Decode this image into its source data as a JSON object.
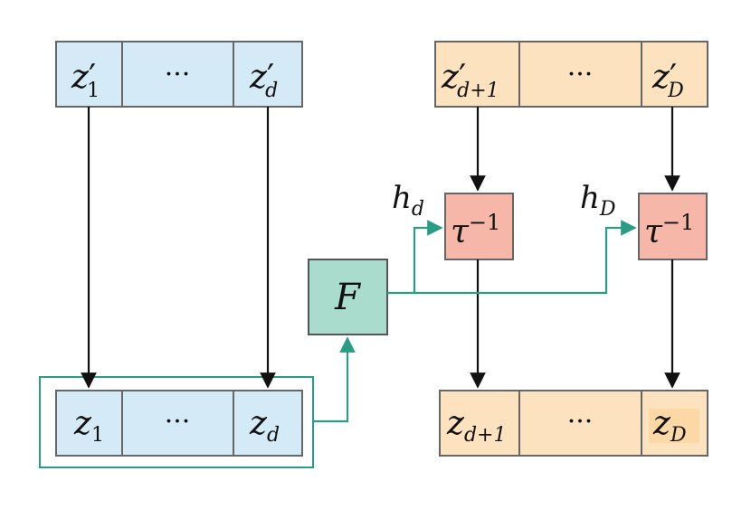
{
  "top_left": {
    "cells": [
      {
        "base": "z",
        "prime": "′",
        "sub": "1"
      },
      {
        "text": "···"
      },
      {
        "base": "z",
        "prime": "′",
        "sub": "d"
      }
    ]
  },
  "top_right": {
    "cells": [
      {
        "base": "z",
        "prime": "′",
        "sub": "d+1"
      },
      {
        "text": "···"
      },
      {
        "base": "z",
        "prime": "′",
        "sub": "D"
      }
    ]
  },
  "bottom_left": {
    "cells": [
      {
        "base": "z",
        "sub": "1"
      },
      {
        "text": "···"
      },
      {
        "base": "z",
        "sub": "d"
      }
    ]
  },
  "bottom_right": {
    "cells": [
      {
        "base": "z",
        "sub": "d+1"
      },
      {
        "text": "···"
      },
      {
        "base": "z",
        "sub": "D"
      }
    ]
  },
  "f_node": {
    "label": "F"
  },
  "tau_nodes": [
    {
      "base": "τ",
      "sup": "−1",
      "param": {
        "base": "h",
        "sub": "d"
      }
    },
    {
      "base": "τ",
      "sup": "−1",
      "param": {
        "base": "h",
        "sub": "D"
      }
    }
  ],
  "colors": {
    "blue_cell": "#d5eaf7",
    "orange_cell": "#fde2bf",
    "tau_box": "#f7b7a8",
    "f_box": "#a9dccd",
    "green_line": "#2a9c84",
    "black_line": "#111111"
  }
}
